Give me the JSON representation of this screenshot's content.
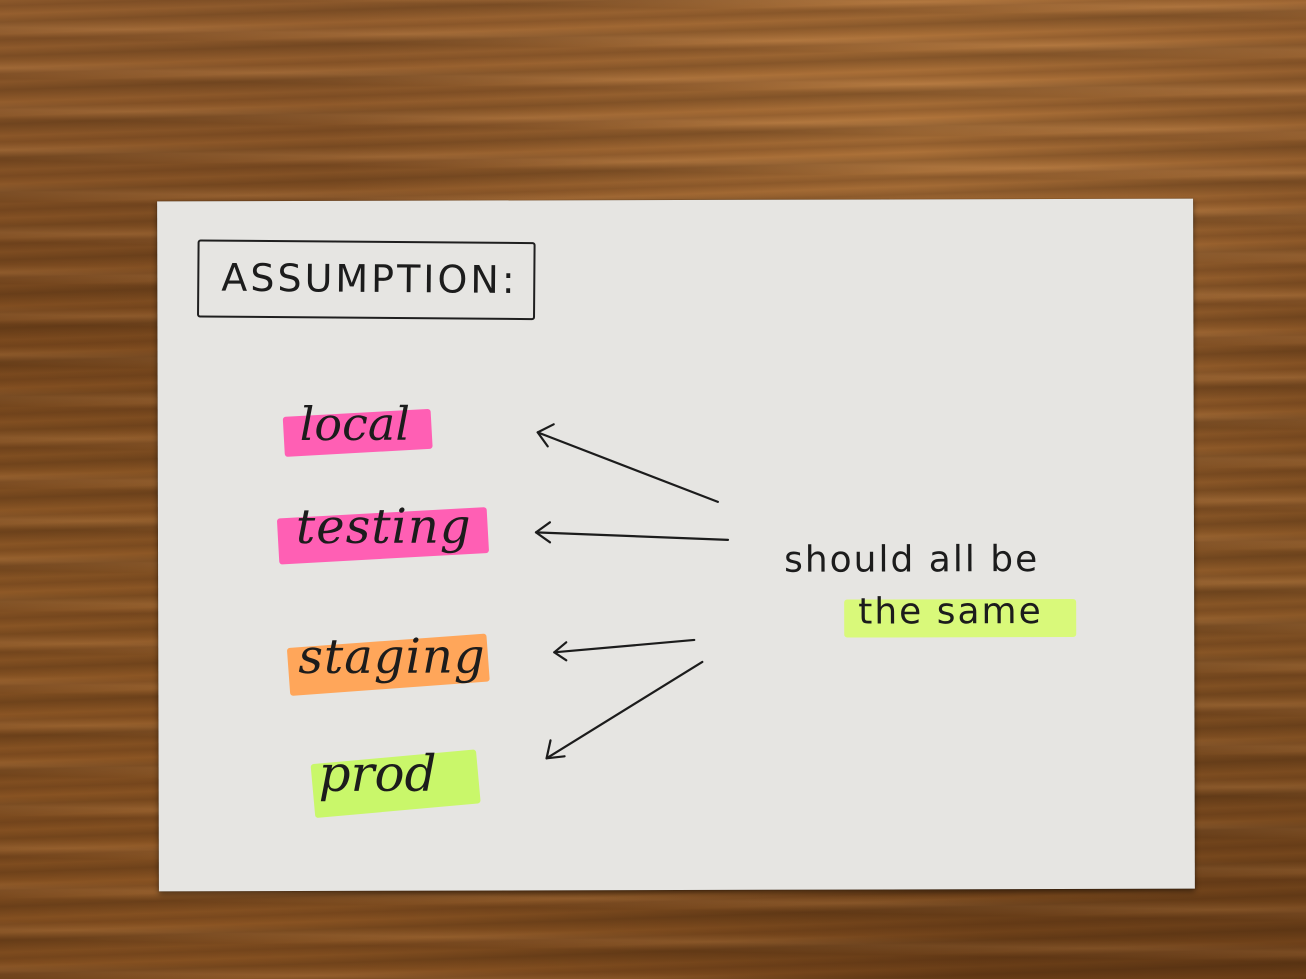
{
  "card": {
    "title": "ASSUMPTION:",
    "environments": [
      {
        "label": "local",
        "highlight": "#ff5fb4"
      },
      {
        "label": "testing",
        "highlight": "#ff5fb4"
      },
      {
        "label": "staging",
        "highlight": "#ffa65a"
      },
      {
        "label": "prod",
        "highlight": "#c9f76a"
      }
    ],
    "note_line1": "should all be",
    "note_line2": "the same",
    "note_highlight": "#d9f97a"
  }
}
